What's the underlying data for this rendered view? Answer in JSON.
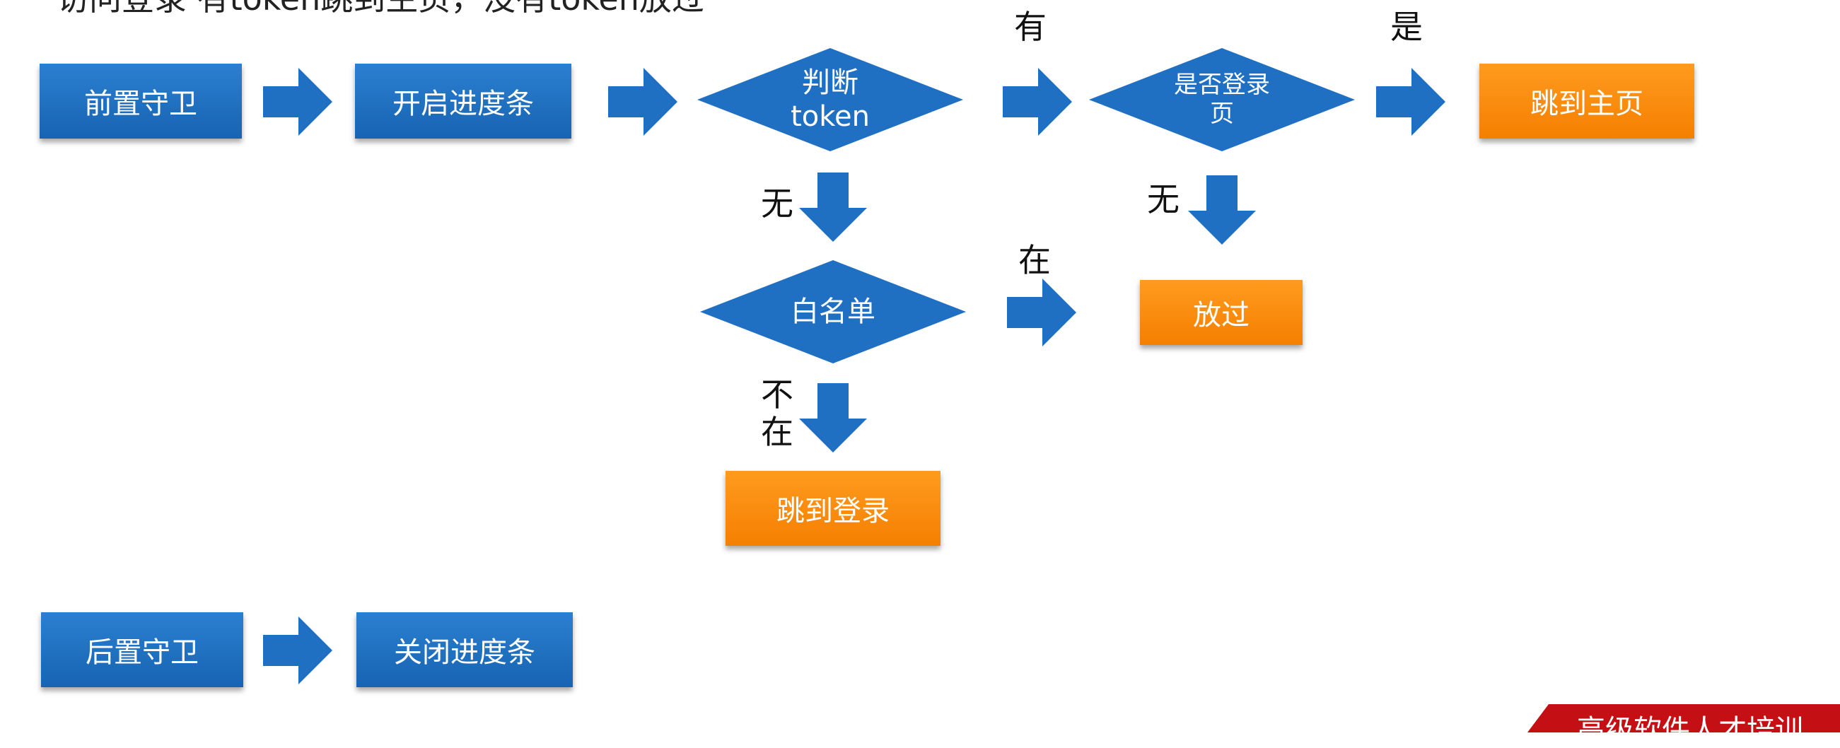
{
  "headline": "访问登录 有token跳到主页，没有token放过",
  "nodes": {
    "pre_guard": "前置守卫",
    "start_progress": "开启进度条",
    "check_token_line1": "判断",
    "check_token_line2": "token",
    "is_login_line1": "是否登录",
    "is_login_line2": "页",
    "to_home": "跳到主页",
    "whitelist": "白名单",
    "pass": "放过",
    "to_login": "跳到登录",
    "post_guard": "后置守卫",
    "close_progress": "关闭进度条"
  },
  "labels": {
    "has": "有",
    "yes": "是",
    "none_left": "无",
    "none_right": "无",
    "in": "在",
    "not_in_1": "不",
    "not_in_2": "在"
  },
  "ribbon_text": "高级软件人才培训",
  "colors": {
    "blue": "#1f6fc2",
    "orange": "#f7860a",
    "ribbon": "#c40f14"
  }
}
